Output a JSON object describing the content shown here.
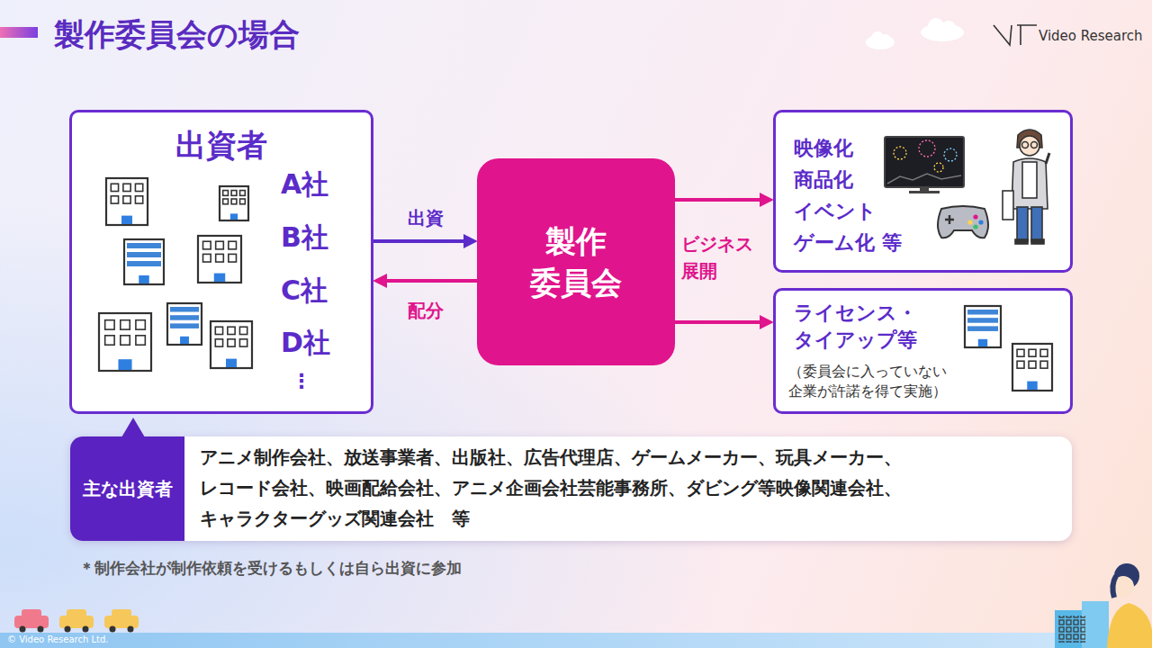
{
  "diagram": {
    "title": "製作委員会の場合",
    "nodes": [
      {
        "text": [
          "出資者",
          "A社",
          "B社",
          "C社",
          "D社",
          "⋮"
        ]
      },
      {
        "text": [
          "製作 委員会"
        ]
      },
      {
        "text": [
          "映像化 商品化 イベント ゲーム化 等"
        ]
      },
      {
        "text": [
          "ライセンス・ タイアップ等",
          "（委員会に入っていない 企業が許諾を得て実施）"
        ]
      },
      {
        "text": [
          "アニメ制作会社、放送事業者、出版社、広告代理店、ゲームメーカー、玩具メーカー、 レコード会社、映画配給会社、アニメ企画会社芸能事務所、ダビング等映像関連会社、 キャラクターグッズ関連会社　等"
        ]
      },
      {
        "text": [
          "主な出資者"
        ],
        "in": 4
      }
    ],
    "edges": [
      {
        "from": 0,
        "to": 1,
        "label": "出資",
        "arrow": "to"
      },
      {
        "from": 1,
        "to": 0,
        "label": "配分",
        "arrow": "to"
      },
      {
        "from": 1,
        "to": 2,
        "arrow": "to"
      },
      {
        "from": 1,
        "to": 3,
        "arrow": "to"
      }
    ],
    "labels": [
      "ビジネス 展開",
      "＊制作会社が制作依頼を受けるもしくは自ら出資に参加",
      "Video Research",
      "© Video Research Ltd."
    ]
  }
}
